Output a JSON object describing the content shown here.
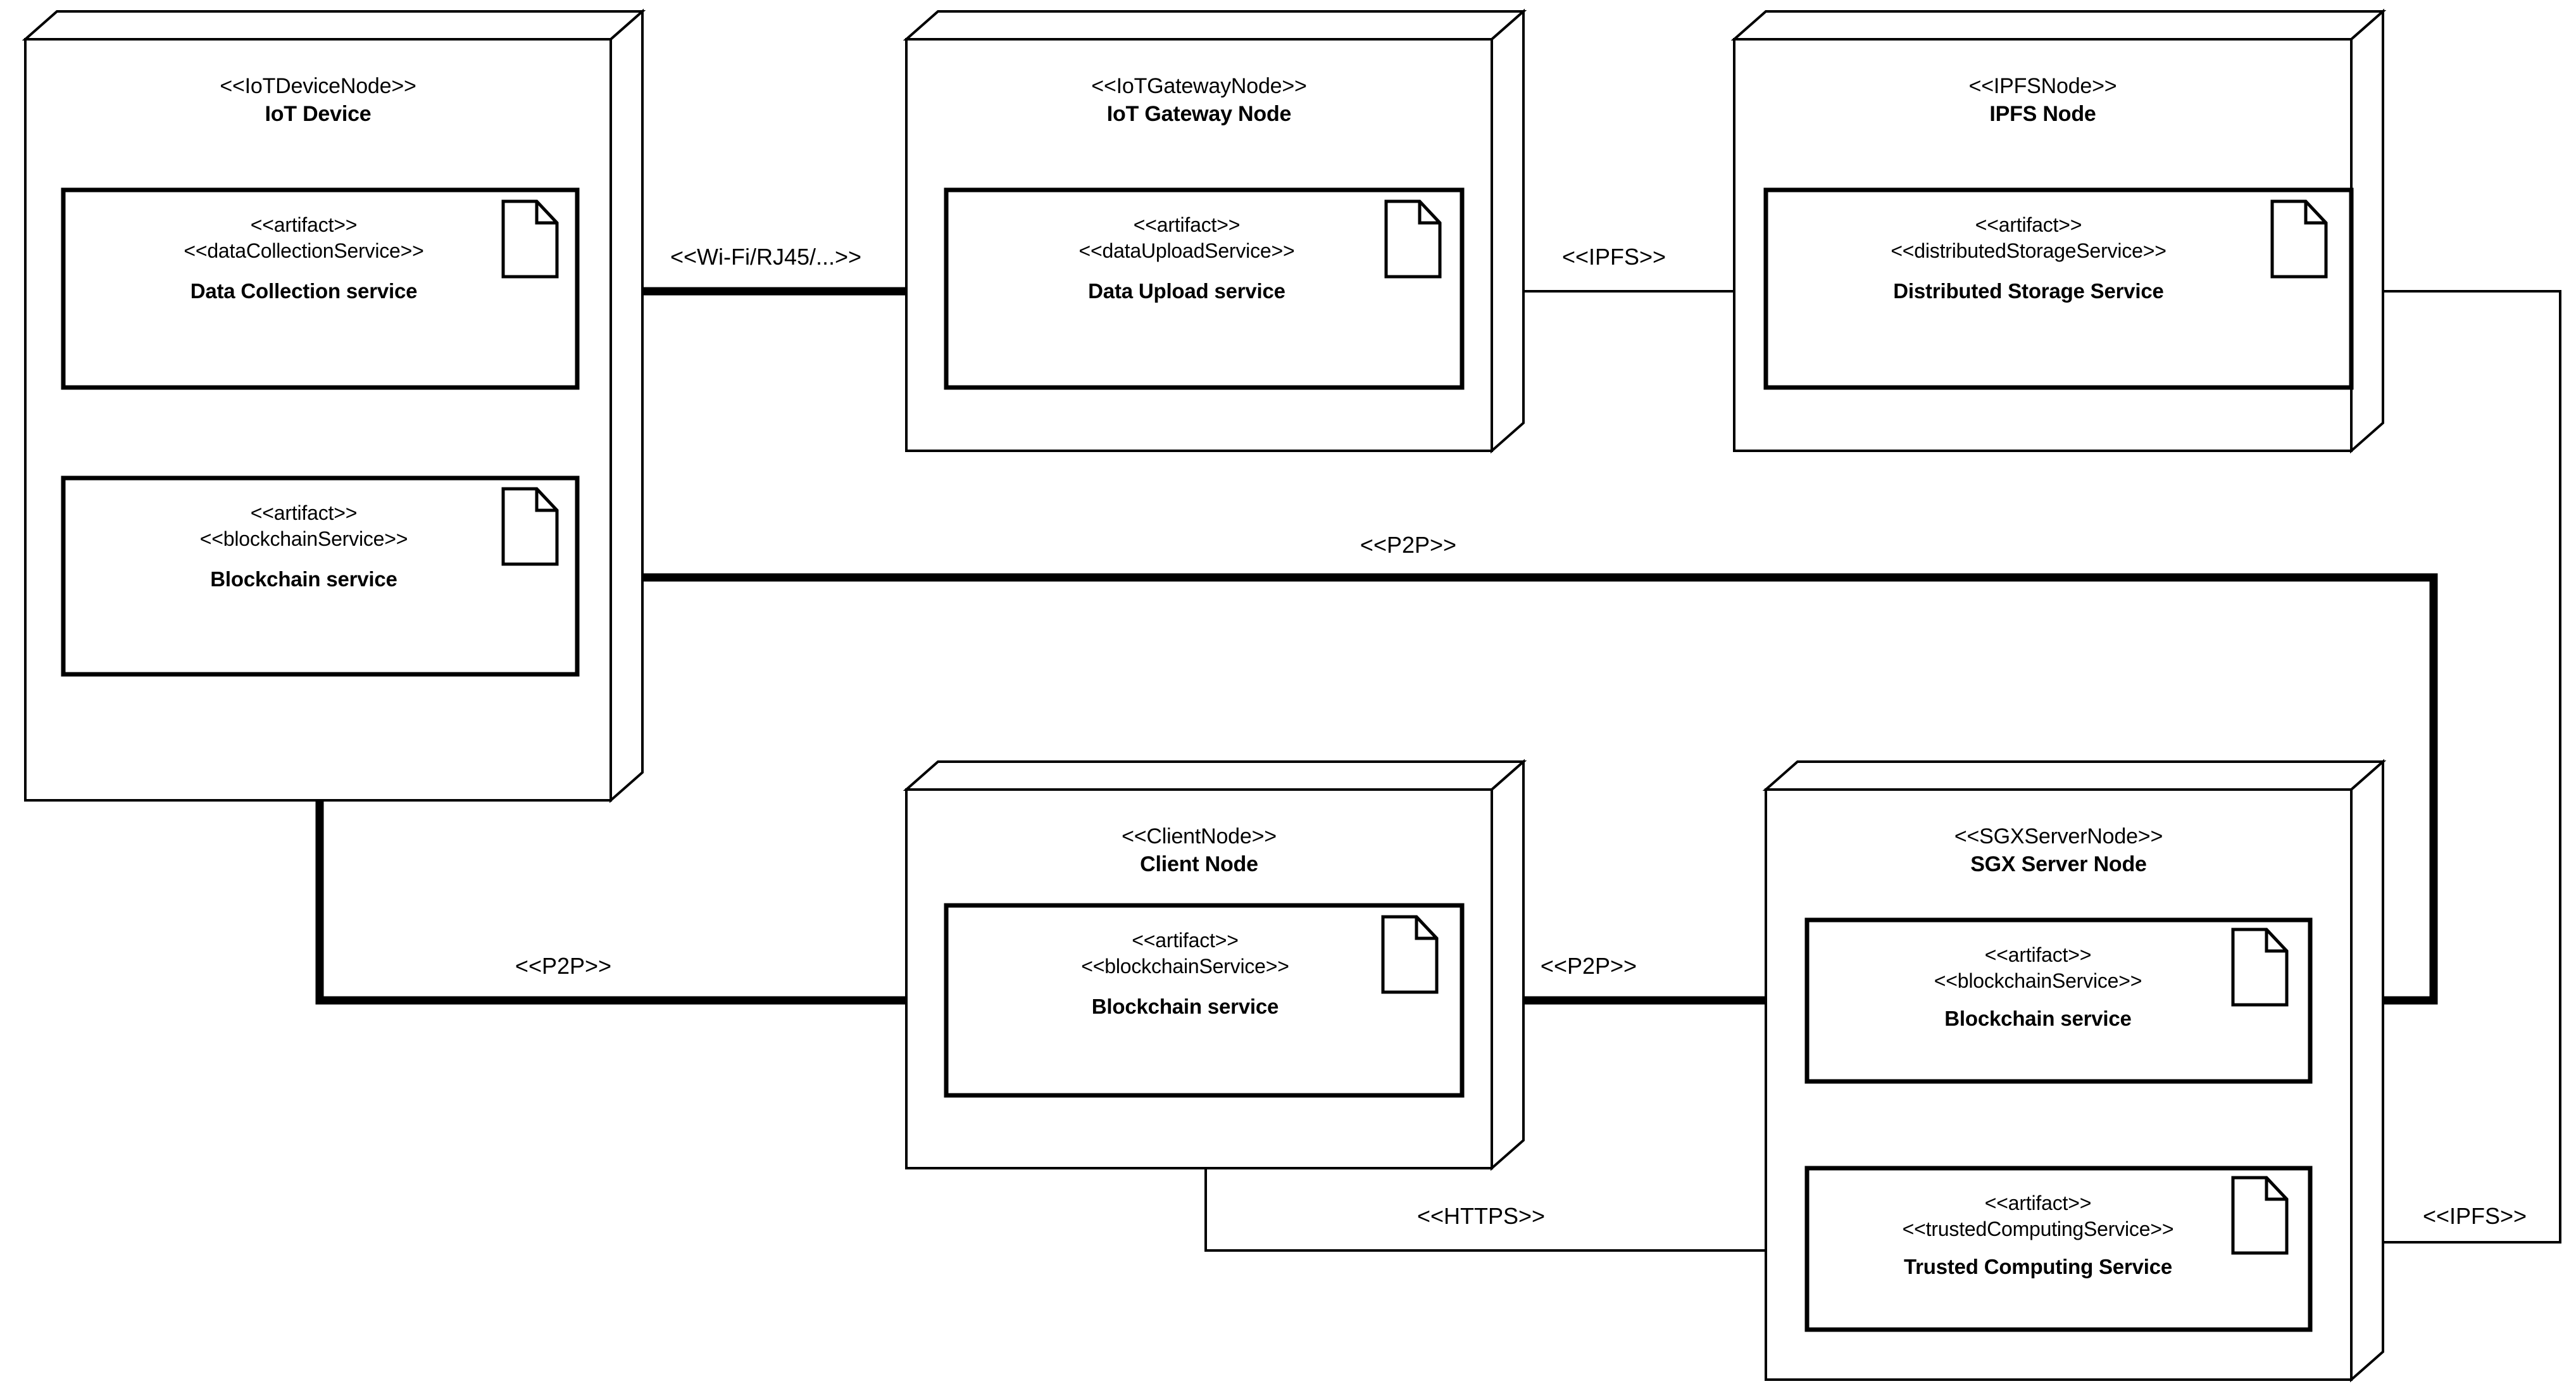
{
  "diagram": {
    "type": "uml-deployment-diagram",
    "nodes": [
      {
        "id": "iot-device",
        "stereotype": "<<IoTDeviceNode>>",
        "name": "IoT Device",
        "artifacts": [
          {
            "id": "data-collection-service",
            "stereotype_artifact": "<<artifact>>",
            "stereotype_kind": "<<dataCollectionService>>",
            "name": "Data Collection service",
            "icon": "document-icon"
          },
          {
            "id": "iot-blockchain-service",
            "stereotype_artifact": "<<artifact>>",
            "stereotype_kind": "<<blockchainService>>",
            "name": "Blockchain service",
            "icon": "document-icon"
          }
        ]
      },
      {
        "id": "iot-gateway-node",
        "stereotype": "<<IoTGatewayNode>>",
        "name": "IoT Gateway Node",
        "artifacts": [
          {
            "id": "data-upload-service",
            "stereotype_artifact": "<<artifact>>",
            "stereotype_kind": "<<dataUploadService>>",
            "name": "Data Upload service",
            "icon": "document-icon"
          }
        ]
      },
      {
        "id": "ipfs-node",
        "stereotype": "<<IPFSNode>>",
        "name": "IPFS Node",
        "artifacts": [
          {
            "id": "distributed-storage-service",
            "stereotype_artifact": "<<artifact>>",
            "stereotype_kind": "<<distributedStorageService>>",
            "name": "Distributed Storage Service",
            "icon": "document-icon"
          }
        ]
      },
      {
        "id": "client-node",
        "stereotype": "<<ClientNode>>",
        "name": "Client Node",
        "artifacts": [
          {
            "id": "client-blockchain-service",
            "stereotype_artifact": "<<artifact>>",
            "stereotype_kind": "<<blockchainService>>",
            "name": "Blockchain service",
            "icon": "document-icon"
          }
        ]
      },
      {
        "id": "sgx-server-node",
        "stereotype": "<<SGXServerNode>>",
        "name": "SGX Server Node",
        "artifacts": [
          {
            "id": "sgx-blockchain-service",
            "stereotype_artifact": "<<artifact>>",
            "stereotype_kind": "<<blockchainService>>",
            "name": "Blockchain service",
            "icon": "document-icon"
          },
          {
            "id": "trusted-computing-service",
            "stereotype_artifact": "<<artifact>>",
            "stereotype_kind": "<<trustedComputingService>>",
            "name": "Trusted Computing Service",
            "icon": "document-icon"
          }
        ]
      }
    ],
    "connections": [
      {
        "id": "conn-wifi",
        "label": "<<Wi-Fi/RJ45/...>>",
        "from": "data-collection-service",
        "to": "data-upload-service",
        "style": "thick"
      },
      {
        "id": "conn-ipfs-top",
        "label": "<<IPFS>>",
        "from": "data-upload-service",
        "to": "distributed-storage-service",
        "style": "thin"
      },
      {
        "id": "conn-p2p-top",
        "label": "<<P2P>>",
        "from": "iot-blockchain-service",
        "to": "sgx-blockchain-service",
        "style": "thick"
      },
      {
        "id": "conn-p2p-left",
        "label": "<<P2P>>",
        "from": "iot-blockchain-service",
        "to": "client-blockchain-service",
        "style": "thick"
      },
      {
        "id": "conn-p2p-mid",
        "label": "<<P2P>>",
        "from": "client-blockchain-service",
        "to": "sgx-blockchain-service",
        "style": "thick"
      },
      {
        "id": "conn-https",
        "label": "<<HTTPS>>",
        "from": "client-node",
        "to": "trusted-computing-service",
        "style": "thin"
      },
      {
        "id": "conn-ipfs-bottom",
        "label": "<<IPFS>>",
        "from": "distributed-storage-service",
        "to": "trusted-computing-service",
        "style": "thin"
      }
    ],
    "colors": {
      "stroke": "#000000",
      "background": "#ffffff",
      "text": "#000000"
    }
  }
}
